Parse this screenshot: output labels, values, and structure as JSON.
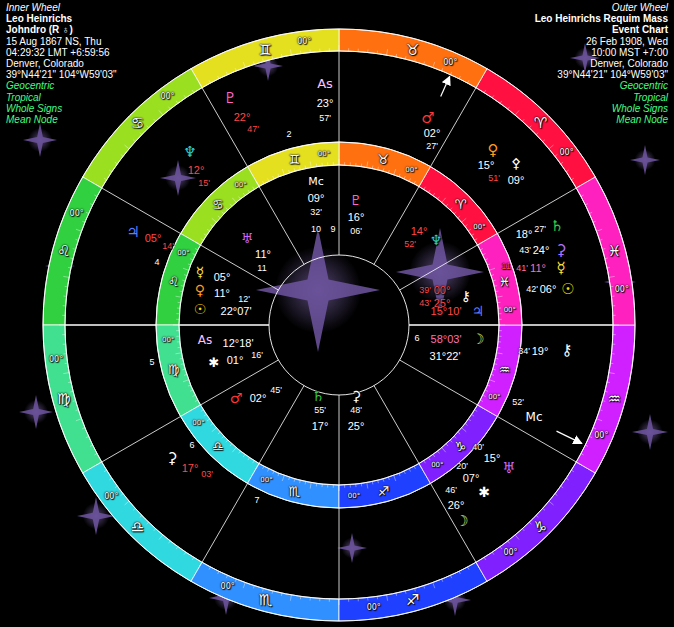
{
  "diagram": {
    "labels": [
      "Inner Wheel",
      "Leo Heinrichs",
      "Johndro (R ♁)",
      "15 Aug 1867 NS, Thu",
      "04:29:32 LMT +6:59:56",
      "Denver, Colorado",
      "39°N44'21\" 104°W59'03\"",
      "Geocentric",
      "Tropical",
      "Whole Signs",
      "Mean Node",
      "Outer Wheel",
      "Leo Heinrichs Requim Mass",
      "Event Chart",
      "26 Feb 1908, Wed",
      "10:00 MST +7:00",
      "Denver, Colorado",
      "39°N44'21\" 104°W59'03\"",
      "Geocentric",
      "Tropical",
      "Whole Signs",
      "Mean Node",
      "♈",
      "♉",
      "♊",
      "♋",
      "♌",
      "♍",
      "♎",
      "♏",
      "♐",
      "♑",
      "♒",
      "♓",
      "♈",
      "♉",
      "♊",
      "♋",
      "♌",
      "♍",
      "♎",
      "♏",
      "♐",
      "♑",
      "♒",
      "♓",
      "00°",
      "00°",
      "00°",
      "00°",
      "00°",
      "00°",
      "00°",
      "00°",
      "00°",
      "00°",
      "00°",
      "00°",
      "00°",
      "00°",
      "00°",
      "00°",
      "00°",
      "00°",
      "00°",
      "00°",
      "00°",
      "00°",
      "00°",
      "00°",
      "2",
      "4",
      "5",
      "6",
      "7",
      "11",
      "10",
      "9",
      "6",
      "11",
      "♅",
      "11°",
      "♇",
      "16°",
      "06'",
      "Mc",
      "09°",
      "32'",
      "☿",
      "05°",
      "♀",
      "11°",
      "12'",
      "☉",
      "22°07'",
      "As",
      "12°18'",
      "✱",
      "01°",
      "16'",
      "♂",
      "02°",
      "45'",
      "♄",
      "55'",
      "17°",
      "⚳",
      "48'",
      "25°",
      "♆",
      "14°",
      "52'",
      "39'",
      "00°",
      "43'",
      "25°",
      "⚷",
      "15°10'",
      "58°03'",
      "♃",
      "☽",
      "31°22'",
      "♆",
      "12°",
      "15'",
      "♇",
      "22°",
      "47'",
      "As",
      "23°",
      "57'",
      "♂",
      "02°",
      "27'",
      "♀",
      "15°",
      "51'",
      "⚴",
      "09°",
      "♄",
      "18°",
      "27'",
      "⚳",
      "43'",
      "24°",
      "41'",
      "11°",
      "☿",
      "42'",
      "06°",
      "☉",
      "34'",
      "19°",
      "⚷",
      "52'",
      "Mc",
      "40'",
      "15°",
      "♅",
      "20'",
      "07°",
      "✱",
      "46'",
      "26°",
      "☽",
      "⚳",
      "17°",
      "03'",
      "♃",
      "05°",
      "14'"
    ]
  }
}
